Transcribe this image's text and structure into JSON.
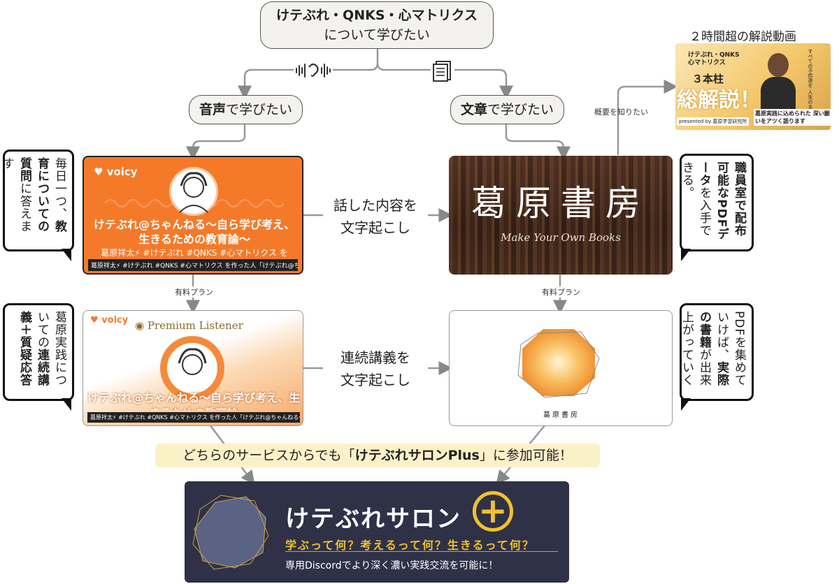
{
  "top": {
    "line1": "けテぶれ・QNKS・心マトリクス",
    "line2": "について学びたい"
  },
  "audio_pill": {
    "strong": "音声",
    "rest": "で学びたい"
  },
  "text_pill": {
    "strong": "文章",
    "rest": "で学びたい"
  },
  "video": {
    "heading": "２時間超の解説動画",
    "note": "概要を知りたい",
    "thumb_small": "けテぶれ・QNKS 心マトリクス",
    "thumb_pillar": "３本柱",
    "thumb_big": "総解説！",
    "thumb_sub": "葛原実践に込められた 深い願いをアツく語ります",
    "thumb_presented": "presented by 葛原学習研究所",
    "thumb_side": "すべての子供達を 人生の主人公に"
  },
  "voicy": {
    "logo": "voicy",
    "title": "けテぶれ@ちゃんねる〜自ら学び考え、生きるための教育論〜",
    "tags": "葛原祥太⚡ #けテぶれ #QNKS #心マトリクス を",
    "caption": "葛原祥太⚡ #けテぶれ #QNKS #心マトリクス を作った人「けテぶれ@ちゃん..."
  },
  "voicy_premium": {
    "logo": "voicy",
    "badge": "Premium Listener",
    "title": "けテぶれ@ちゃんねる〜自ら学び考え、生きるための教育論",
    "caption": "葛原祥太⚡ #けテぶれ #QNKS #心マトリクス を作った人「けテぶれ@ちゃんねる〜自..."
  },
  "shobo": {
    "title": "葛原書房",
    "subtitle": "Make Your Own Books"
  },
  "shobo2": {
    "caption": "葛原書房"
  },
  "transcribe1": {
    "l1": "話した内容を",
    "l2": "文字起こし"
  },
  "transcribe2": {
    "l1": "連続講義を",
    "l2": "文字起こし"
  },
  "paid1": "有料プラン",
  "paid2": "有料プラン",
  "bubble_left_top": {
    "a": "毎日一つ、",
    "b": "教育につい",
    "c": "ての質問",
    "d": "に",
    "e": "答えます"
  },
  "bubble_left_bottom": {
    "a": "葛原実践に",
    "b": "ついての",
    "c": "連続講義＋",
    "d": "質疑応答"
  },
  "bubble_right_top": {
    "a": "職員室で配",
    "b": "布可能なPDF",
    "c": "データ",
    "d": "を入",
    "e": "手できる。"
  },
  "bubble_right_bottom": {
    "a": "PDFを集めてい",
    "b": "けば、",
    "c": "実際の",
    "d": "書籍",
    "e": "が出来上",
    "f": "がっていく"
  },
  "banner": {
    "pre": "どちらのサービスからでも「",
    "strong": "けテぶれサロンPlus",
    "post": "」に参加可能！"
  },
  "salon": {
    "title": "けテぶれサロン",
    "plus": "+",
    "tagline": "学ぶって何？考えるって何？生きるって何？",
    "footer": "専用Discordでより深く濃い実践交流を可能に！"
  },
  "colors": {
    "voicy_orange": "#f47a2a",
    "salon_navy": "#2f3147",
    "banner_yellow": "#fbf1c9",
    "gold": "#f2c12e"
  }
}
